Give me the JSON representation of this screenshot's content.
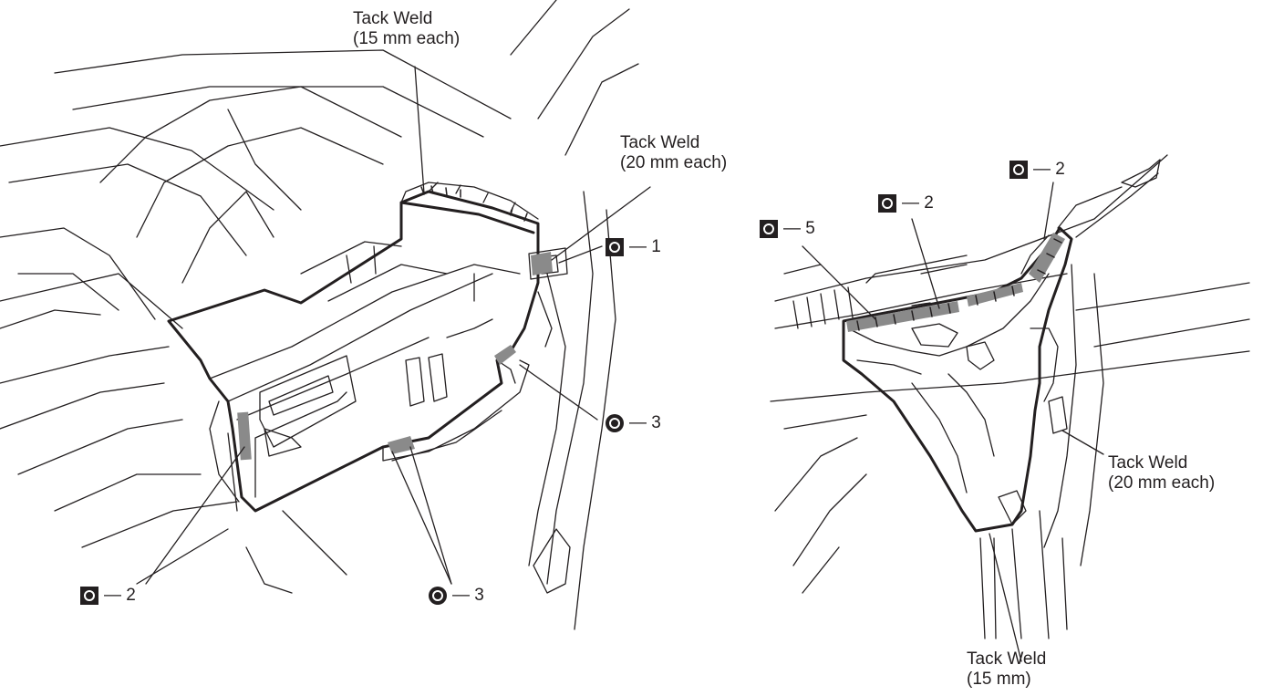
{
  "labels": {
    "tack_weld_left_top": {
      "line1": "Tack Weld",
      "line2": "(15 mm each)"
    },
    "tack_weld_left_right": {
      "line1": "Tack Weld",
      "line2": "(20 mm each)"
    },
    "tack_weld_right_side": {
      "line1": "Tack Weld",
      "line2": "(20 mm each)"
    },
    "tack_weld_right_bottom": {
      "line1": "Tack Weld",
      "line2": "(15 mm)"
    }
  },
  "spot_welds": {
    "left_1": {
      "symbol": "square-spot-weld-icon",
      "text": "— 1"
    },
    "left_3_right": {
      "symbol": "round-spot-weld-icon",
      "text": "— 3"
    },
    "left_2_bottom": {
      "symbol": "square-spot-weld-icon",
      "text": "— 2"
    },
    "left_3_bottom": {
      "symbol": "round-spot-weld-icon",
      "text": "— 3"
    },
    "right_5": {
      "symbol": "square-spot-weld-icon",
      "text": "— 5"
    },
    "right_2_mid": {
      "symbol": "square-spot-weld-icon",
      "text": "— 2"
    },
    "right_2_top": {
      "symbol": "square-spot-weld-icon",
      "text": "— 2"
    }
  },
  "colors": {
    "ink": "#231f20",
    "background": "#ffffff",
    "weld_shade": "#8a8a8a"
  }
}
